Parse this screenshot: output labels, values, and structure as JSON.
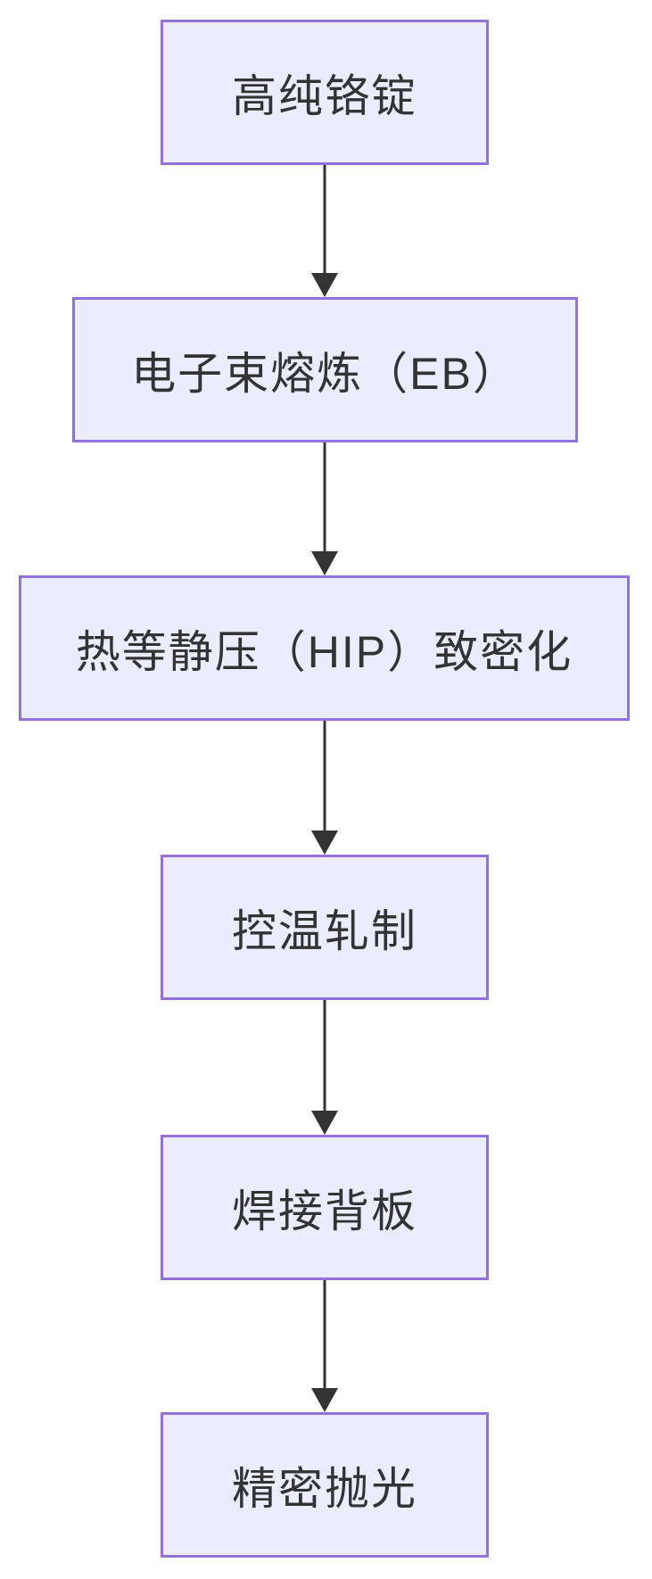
{
  "diagram": {
    "type": "flowchart",
    "direction": "top-down",
    "nodes": [
      {
        "id": "n1",
        "label": "高纯铬锭"
      },
      {
        "id": "n2",
        "label": "电子束熔炼（EB）"
      },
      {
        "id": "n3",
        "label": "热等静压（HIP）致密化"
      },
      {
        "id": "n4",
        "label": "控温轧制"
      },
      {
        "id": "n5",
        "label": "焊接背板"
      },
      {
        "id": "n6",
        "label": "精密抛光"
      }
    ],
    "edges": [
      {
        "from": "n1",
        "to": "n2",
        "style": "solid-arrow"
      },
      {
        "from": "n2",
        "to": "n3",
        "style": "solid-arrow"
      },
      {
        "from": "n3",
        "to": "n4",
        "style": "solid-arrow"
      },
      {
        "from": "n4",
        "to": "n5",
        "style": "solid-arrow"
      },
      {
        "from": "n5",
        "to": "n6",
        "style": "solid-arrow"
      }
    ],
    "colors": {
      "background": "#FFFFFF",
      "node_fill": "#ECECFF",
      "node_border": "#9370DB",
      "text": "#333333",
      "arrow": "#333333"
    }
  }
}
